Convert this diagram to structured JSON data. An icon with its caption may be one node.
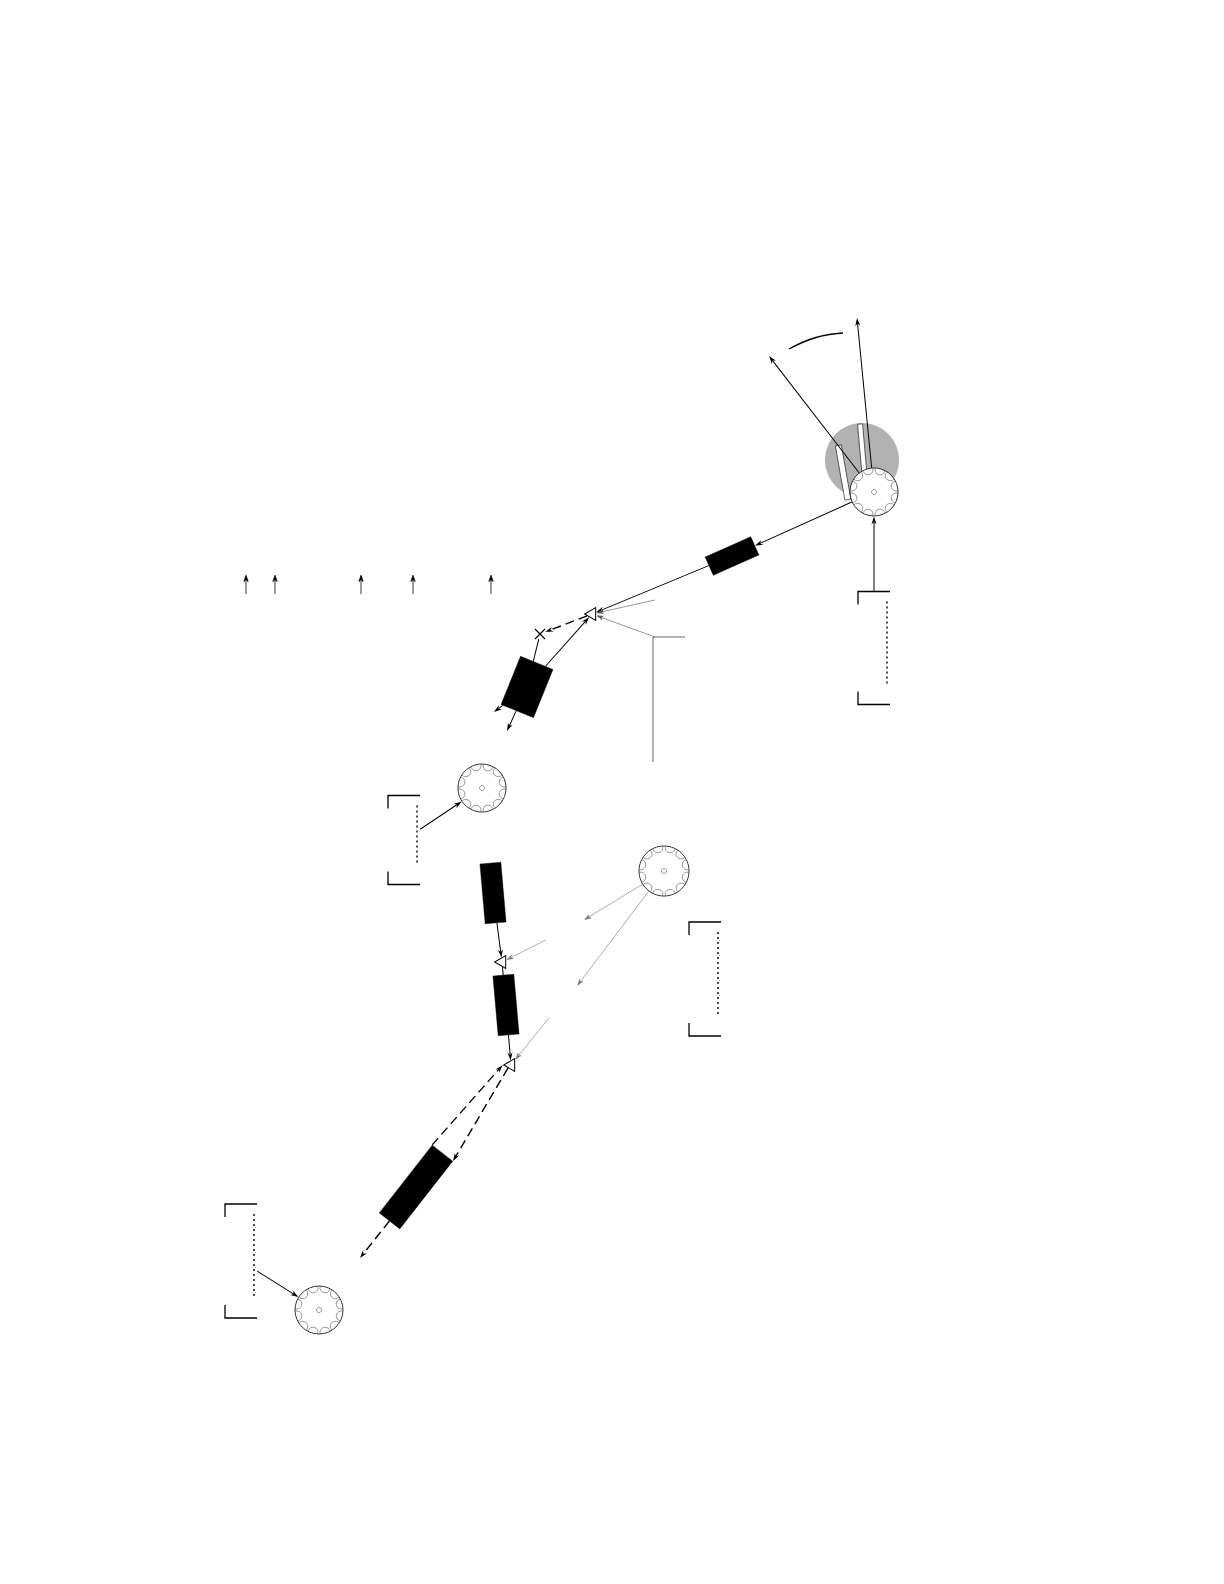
{
  "diagram": {
    "nodes": [
      {
        "text": [],
        "shape": "circle"
      },
      {
        "text": [],
        "shape": "circle"
      },
      {
        "text": [],
        "shape": "circle"
      },
      {
        "text": [],
        "shape": "circle"
      },
      {
        "text": [],
        "shape": "box"
      },
      {
        "text": [],
        "shape": "box"
      },
      {
        "text": [],
        "shape": "box"
      },
      {
        "text": [],
        "shape": "box"
      },
      {
        "text": [],
        "shape": "box"
      },
      {
        "text": [],
        "shape": "triangle"
      },
      {
        "text": [],
        "shape": "triangle"
      },
      {
        "text": [],
        "shape": "triangle"
      },
      {
        "text": [],
        "shape": "bracket"
      },
      {
        "text": [],
        "shape": "bracket"
      },
      {
        "text": [],
        "shape": "bracket"
      },
      {
        "text": [],
        "shape": "bracket"
      },
      {
        "text": [],
        "shape": "cross"
      }
    ],
    "edges": [
      {
        "from": 12,
        "to": 0,
        "arrow": "to"
      },
      {
        "from": 0,
        "to": null,
        "arrow": "to"
      },
      {
        "from": 0,
        "to": null,
        "arrow": "to"
      },
      {
        "from": 0,
        "to": 4,
        "arrow": "to"
      },
      {
        "from": 4,
        "to": 9,
        "arrow": "to"
      },
      {
        "from": null,
        "to": 9,
        "arrow": "to",
        "color": "#555555"
      },
      {
        "from": null,
        "to": 9,
        "arrow": "to",
        "color": "#555555"
      },
      {
        "from": 9,
        "to": 16,
        "arrow": "to",
        "style": "dashed"
      },
      {
        "from": 5,
        "to": 9,
        "arrow": "to"
      },
      {
        "from": 16,
        "to": 5,
        "arrow": "none"
      },
      {
        "from": 5,
        "to": null,
        "arrow": "to"
      },
      {
        "from": 5,
        "to": null,
        "arrow": "to"
      },
      {
        "from": 13,
        "to": 1,
        "arrow": "to"
      },
      {
        "from": 6,
        "to": 10,
        "arrow": "to"
      },
      {
        "from": 2,
        "to": null,
        "arrow": "to",
        "color": "#777777"
      },
      {
        "from": 2,
        "to": null,
        "arrow": "to",
        "color": "#777777"
      },
      {
        "from": null,
        "to": 10,
        "arrow": "to",
        "color": "#777777"
      },
      {
        "from": 10,
        "to": 7,
        "arrow": "none"
      },
      {
        "from": 7,
        "to": 11,
        "arrow": "to"
      },
      {
        "from": null,
        "to": 11,
        "arrow": "to",
        "color": "#777777"
      },
      {
        "from": 11,
        "to": 8,
        "arrow": "to",
        "style": "dashed"
      },
      {
        "from": 8,
        "to": 11,
        "arrow": "to",
        "style": "dashed"
      },
      {
        "from": 8,
        "to": null,
        "arrow": "to",
        "style": "dashed"
      },
      {
        "from": 15,
        "to": 3,
        "arrow": "to"
      }
    ]
  }
}
